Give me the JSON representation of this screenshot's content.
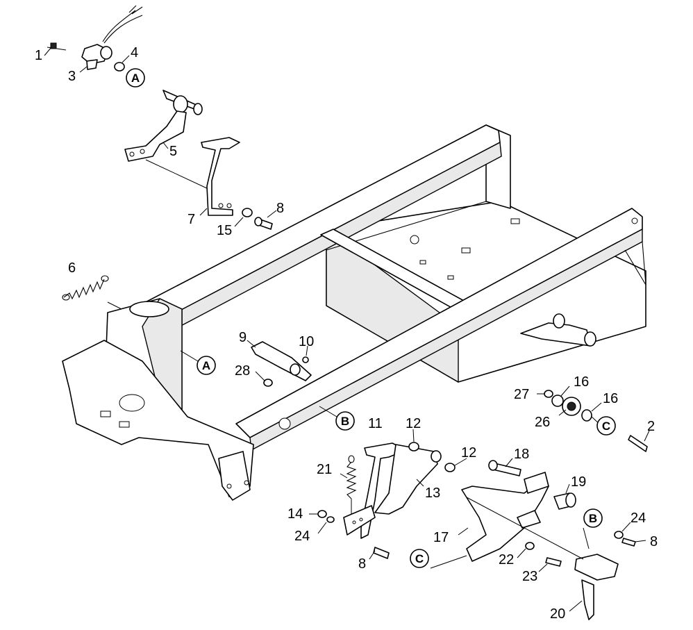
{
  "diagram": {
    "callouts": {
      "c1": "1",
      "c2": "2",
      "c3": "3",
      "c4": "4",
      "c5": "5",
      "c6": "6",
      "c7": "7",
      "c8a": "8",
      "c8b": "8",
      "c8c": "8",
      "c9": "9",
      "c10": "10",
      "c11": "11",
      "c12a": "12",
      "c12b": "12",
      "c13": "13",
      "c14": "14",
      "c15": "15",
      "c16a": "16",
      "c16b": "16",
      "c17": "17",
      "c18": "18",
      "c19": "19",
      "c20": "20",
      "c21": "21",
      "c22": "22",
      "c23": "23",
      "c24a": "24",
      "c24b": "24",
      "c26": "26",
      "c27": "27",
      "c28": "28"
    },
    "refs": {
      "a1": "A",
      "a2": "A",
      "b1": "B",
      "b2": "B",
      "cc1": "C",
      "cc2": "C"
    }
  }
}
